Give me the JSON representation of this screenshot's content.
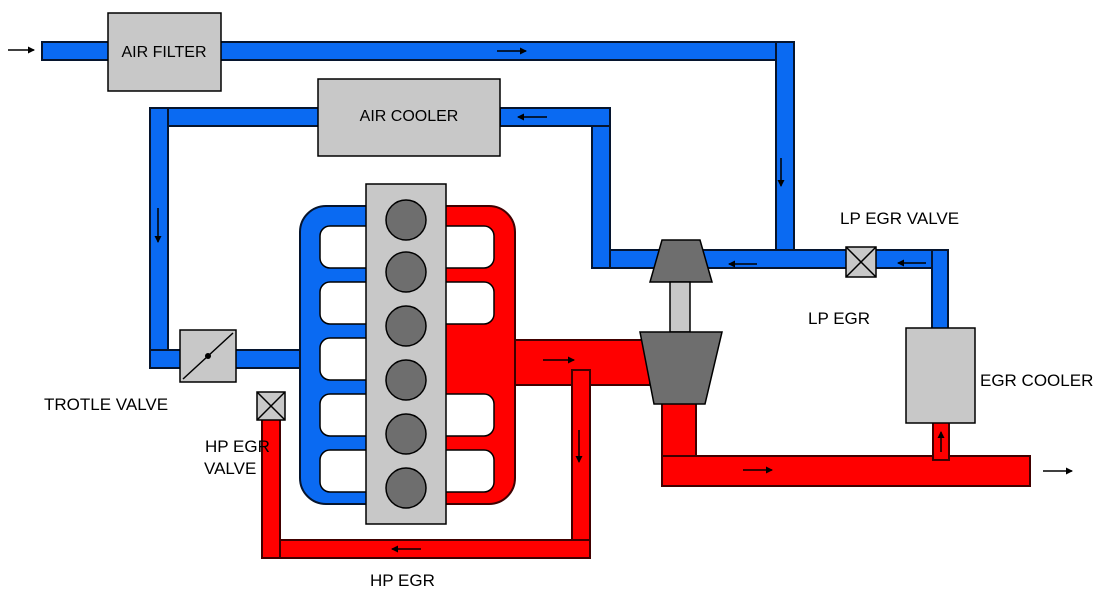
{
  "components": {
    "air_filter": "AIR FILTER",
    "air_cooler": "AIR COOLER",
    "egr_cooler": "EGR COOLER"
  },
  "labels": {
    "lp_egr_valve": "LP EGR VALVE",
    "lp_egr": "LP EGR",
    "throttle_valve": "TROTLE VALVE",
    "hp_egr_valve_line1": "HP EGR",
    "hp_egr_valve_line2": "VALVE",
    "hp_egr": "HP EGR"
  },
  "colors": {
    "intake_air": "#0a6af2",
    "exhaust": "#ff0000",
    "component_fill": "#c8c8c8",
    "cylinder": "#6e6e6e"
  },
  "engine": {
    "cylinder_count": 6
  }
}
